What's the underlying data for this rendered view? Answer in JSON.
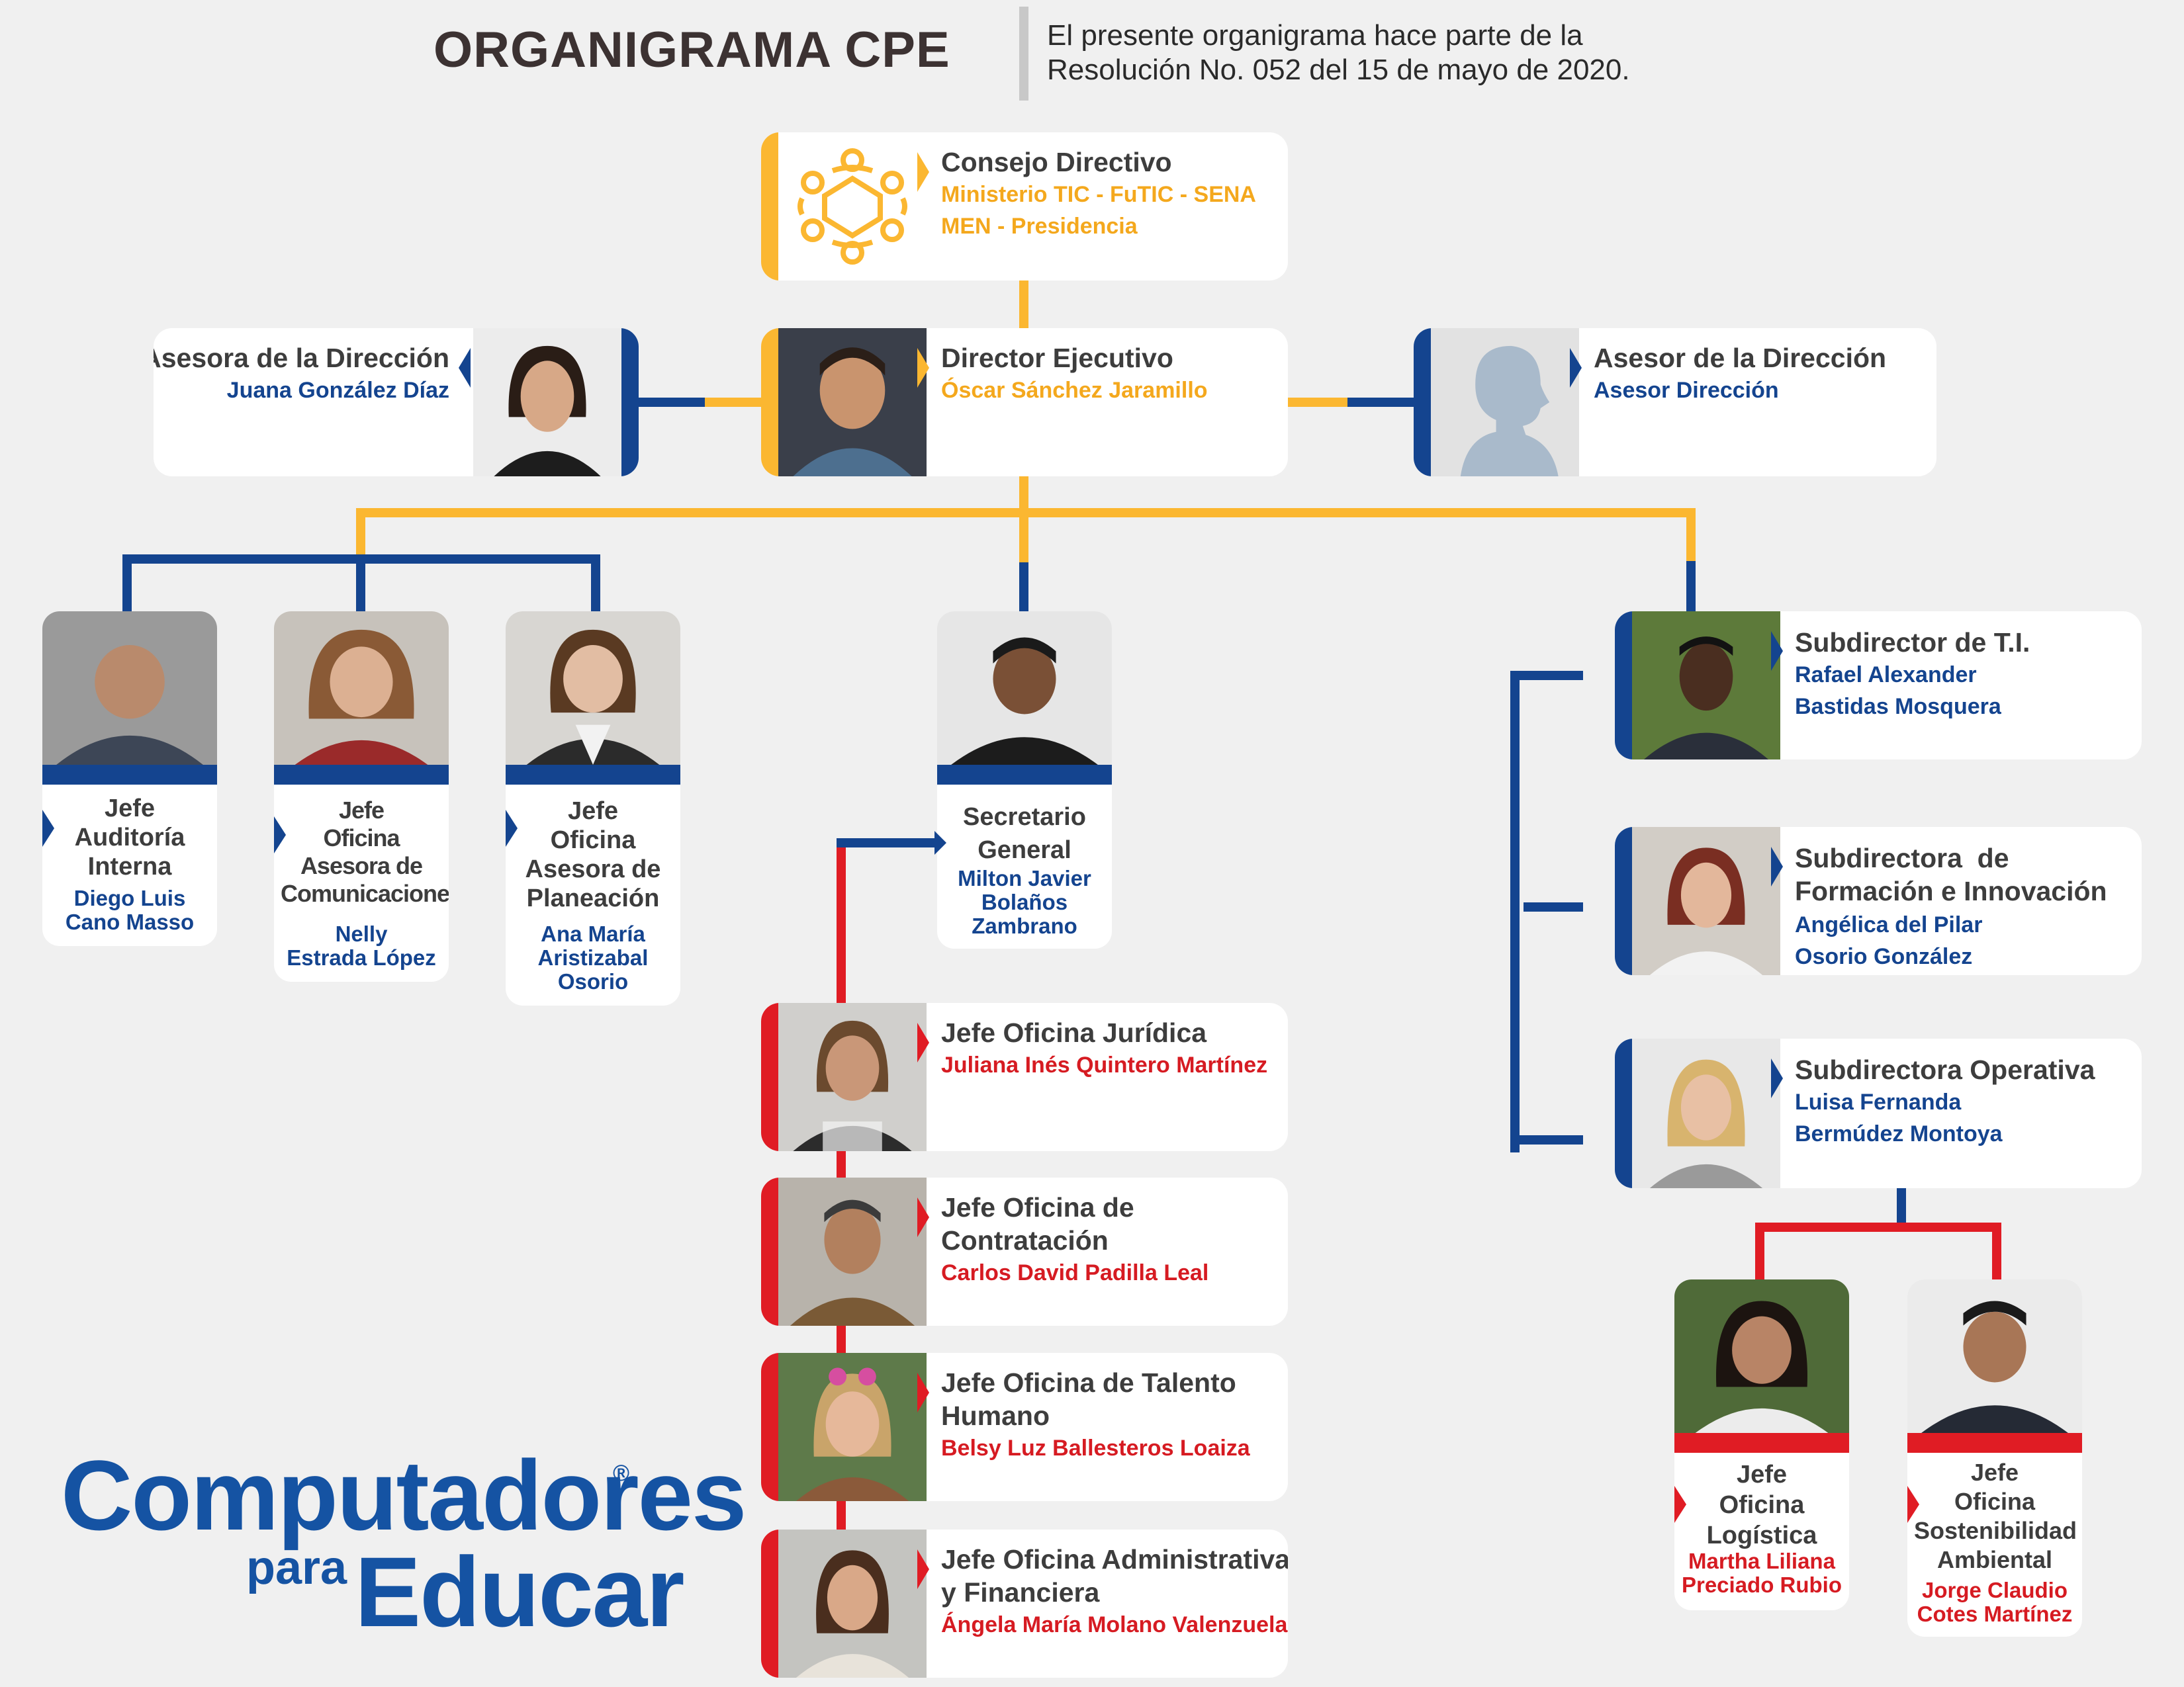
{
  "header": {
    "title": "ORGANIGRAMA CPE",
    "note_line1": "El presente organigrama hace parte de la",
    "note_line2": "Resolución No. 052 del 15 de mayo de 2020."
  },
  "colors": {
    "yellow": "#fbb731",
    "blue": "#14448f",
    "red": "#e01c24"
  },
  "consejo": {
    "title": "Consejo Directivo",
    "line1": "Ministerio TIC - FuTIC - SENA",
    "line2": "MEN - Presidencia",
    "icon": "people-network-icon"
  },
  "director": {
    "title": "Director Ejecutivo",
    "name": "Óscar Sánchez Jaramillo"
  },
  "asesora": {
    "title": "Asesora de la Dirección",
    "name": "Juana González Díaz"
  },
  "asesor": {
    "title": "Asesor de la Dirección",
    "name": "Asesor Dirección",
    "icon": "person-silhouette-icon"
  },
  "jefes_left": [
    {
      "title": [
        "Jefe",
        "Auditoría",
        "Interna"
      ],
      "name": [
        "Diego Luis",
        "Cano Masso"
      ]
    },
    {
      "title": [
        "Jefe",
        "Oficina",
        "Asesora de",
        "Comunicaciones"
      ],
      "name": [
        "Nelly",
        "Estrada López"
      ]
    },
    {
      "title": [
        "Jefe",
        "Oficina",
        "Asesora de",
        "Planeación"
      ],
      "name": [
        "Ana María",
        "Aristizabal",
        "Osorio"
      ]
    }
  ],
  "secretario": {
    "title": [
      "Secretario",
      "General"
    ],
    "name": [
      "Milton Javier",
      "Bolaños",
      "Zambrano"
    ]
  },
  "oficinas": [
    {
      "title": [
        "Jefe Oficina Jurídica"
      ],
      "name": "Juliana Inés Quintero Martínez"
    },
    {
      "title": [
        "Jefe Oficina de",
        "Contratación"
      ],
      "name": "Carlos David Padilla Leal"
    },
    {
      "title": [
        "Jefe Oficina de Talento",
        "Humano"
      ],
      "name": "Belsy Luz Ballesteros Loaiza"
    },
    {
      "title": [
        "Jefe Oficina Administrativa",
        "y Financiera"
      ],
      "name": "Ángela María Molano Valenzuela"
    }
  ],
  "subdirecciones": [
    {
      "title": [
        "Subdirector de T.I."
      ],
      "name": [
        "Rafael Alexander",
        "Bastidas Mosquera"
      ]
    },
    {
      "title": [
        "Subdirectora  de",
        "Formación e Innovación"
      ],
      "name": [
        "Angélica del Pilar",
        "Osorio González"
      ]
    },
    {
      "title": [
        "Subdirectora Operativa"
      ],
      "name": [
        "Luisa Fernanda",
        "Bermúdez Montoya"
      ]
    }
  ],
  "jefes_operativa": [
    {
      "title": [
        "Jefe",
        "Oficina",
        "Logística"
      ],
      "name": [
        "Martha Liliana",
        "Preciado Rubio"
      ]
    },
    {
      "title": [
        "Jefe",
        "Oficina",
        "Sostenibilidad",
        "Ambiental"
      ],
      "name": [
        "Jorge Claudio",
        "Cotes Martínez"
      ]
    }
  ],
  "logo": {
    "line1": "Computadores",
    "reg": "®",
    "para": "para",
    "educar": "Educar"
  }
}
